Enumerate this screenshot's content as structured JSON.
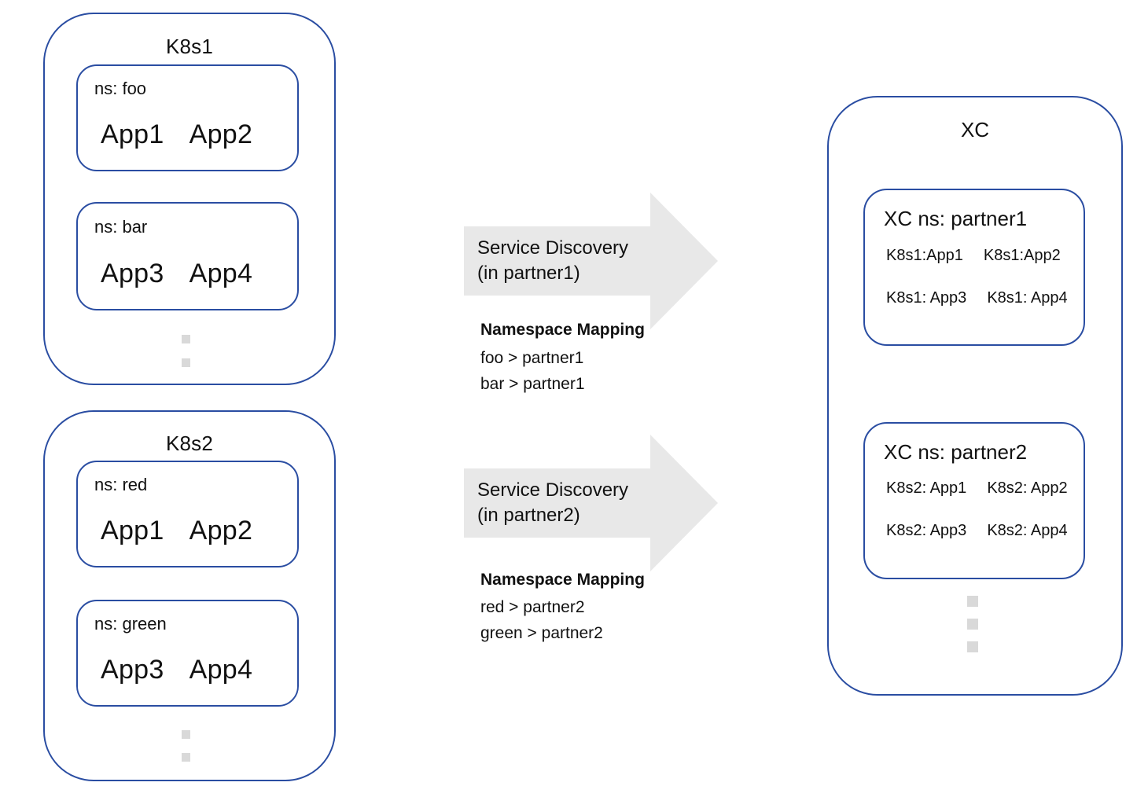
{
  "diagram": {
    "clusters": [
      {
        "title": "K8s1",
        "namespaces": [
          {
            "label": "ns: foo",
            "apps": [
              "App1",
              "App2"
            ]
          },
          {
            "label": "ns: bar",
            "apps": [
              "App3",
              "App4"
            ]
          }
        ]
      },
      {
        "title": "K8s2",
        "namespaces": [
          {
            "label": "ns: red",
            "apps": [
              "App1",
              "App2"
            ]
          },
          {
            "label": "ns: green",
            "apps": [
              "App3",
              "App4"
            ]
          }
        ]
      }
    ],
    "flows": [
      {
        "arrow_lines": [
          "Service Discovery",
          "(in partner1)"
        ],
        "mapping_title": "Namespace Mapping",
        "mappings": [
          "foo > partner1",
          "bar > partner1"
        ]
      },
      {
        "arrow_lines": [
          "Service Discovery",
          "(in partner2)"
        ],
        "mapping_title": "Namespace Mapping",
        "mappings": [
          "red > partner2",
          "green > partner2"
        ]
      }
    ],
    "xc": {
      "title": "XC",
      "namespaces": [
        {
          "label": "XC ns: partner1",
          "rows": [
            [
              "K8s1:App1",
              "K8s1:App2"
            ],
            [
              "K8s1: App3",
              "K8s1: App4"
            ]
          ]
        },
        {
          "label": "XC ns: partner2",
          "rows": [
            [
              "K8s2: App1",
              "K8s2: App2"
            ],
            [
              "K8s2: App3",
              "K8s2: App4"
            ]
          ]
        }
      ]
    },
    "colors": {
      "border_blue": "#2a4da2",
      "arrow_gray": "#e8e8e8",
      "dot_gray": "#d9d9d9"
    }
  }
}
